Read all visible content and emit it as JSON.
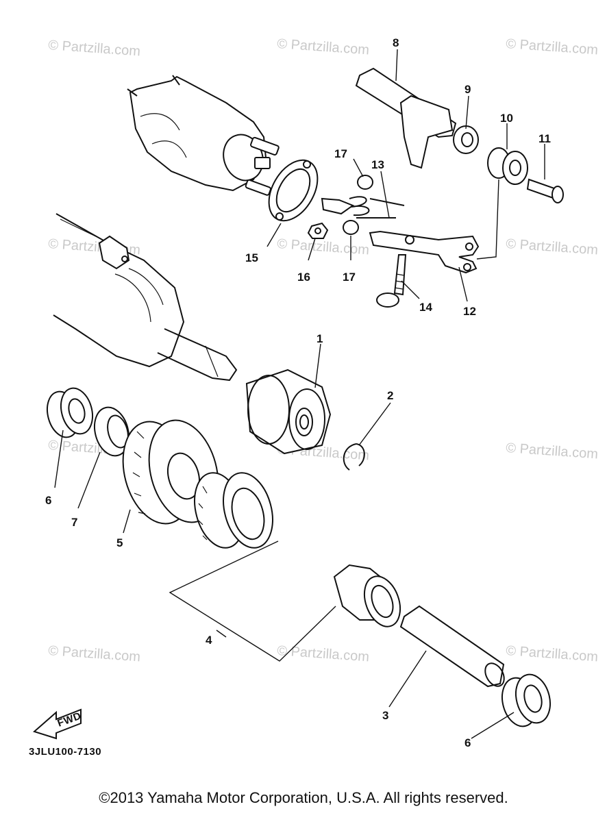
{
  "watermark_text": "© Partzilla.com",
  "callouts": [
    "1",
    "2",
    "3",
    "4",
    "5",
    "6",
    "7",
    "8",
    "9",
    "10",
    "11",
    "12",
    "13",
    "14",
    "15",
    "16",
    "17"
  ],
  "diagram_code": "3JLU100-7130",
  "fwd_label": "FWD",
  "copyright": "©2013 Yamaha Motor Corporation, U.S.A. All rights reserved."
}
